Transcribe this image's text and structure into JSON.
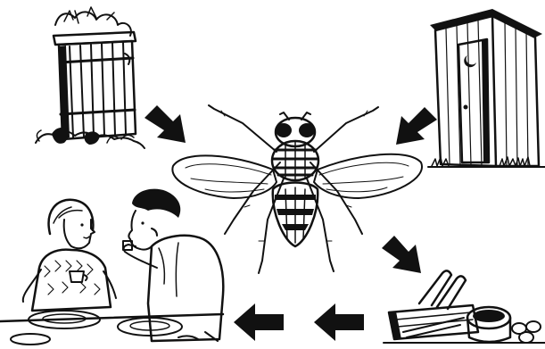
{
  "diagram": {
    "kind": "fly-disease-transmission-cycle",
    "colors": {
      "ink": "#111111",
      "paper": "#ffffff"
    },
    "nodes": [
      {
        "id": "garbage-can",
        "icon": "overflowing-trash-can"
      },
      {
        "id": "outhouse",
        "icon": "outdoor-toilet-shed"
      },
      {
        "id": "fly",
        "icon": "housefly"
      },
      {
        "id": "food",
        "icon": "uncovered-food-dishes"
      },
      {
        "id": "people",
        "icon": "people-eating-at-table"
      }
    ],
    "arrows": [
      {
        "from": "garbage-can",
        "to": "fly"
      },
      {
        "from": "outhouse",
        "to": "fly"
      },
      {
        "from": "fly",
        "to": "food"
      },
      {
        "from": "food",
        "to": "people"
      },
      {
        "from": "food",
        "to": "people"
      }
    ]
  }
}
